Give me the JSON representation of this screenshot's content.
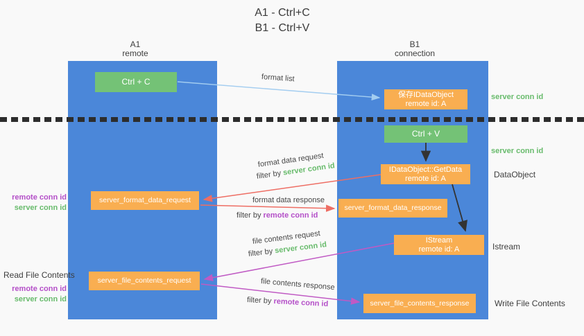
{
  "title": {
    "line1": "A1 - Ctrl+C",
    "line2": "B1 - Ctrl+V"
  },
  "columns": {
    "a1": {
      "title": "A1",
      "subtitle": "remote"
    },
    "b1": {
      "title": "B1",
      "subtitle": "connection"
    }
  },
  "nodes": {
    "ctrl_c": {
      "label": "Ctrl + C"
    },
    "save_dataobject": {
      "line1": "保存IDataObject",
      "line2": "remote id: A"
    },
    "ctrl_v": {
      "label": "Ctrl + V"
    },
    "getdata": {
      "line1": "IDataObject::GetData",
      "line2": "remote id: A"
    },
    "istream": {
      "line1": "IStream",
      "line2": "remote id: A"
    },
    "format_request": {
      "label": "server_format_data_request"
    },
    "format_response": {
      "label": "server_format_data_response"
    },
    "file_request": {
      "label": "server_file_contents_request"
    },
    "file_response": {
      "label": "server_file_contents_response"
    }
  },
  "arrows": {
    "format_list": {
      "label": "format list"
    },
    "format_data_request": {
      "label": "format data request",
      "filter_prefix": "filter by",
      "filter_key": "server conn id"
    },
    "format_data_response": {
      "label": "format data response",
      "filter_prefix": "filter by",
      "filter_key": "remote conn id"
    },
    "file_contents_request": {
      "label": "file contents request",
      "filter_prefix": "filter by",
      "filter_key": "server conn id"
    },
    "file_contents_response": {
      "label": "file contents response",
      "filter_prefix": "filter by",
      "filter_key": "remote conn id"
    }
  },
  "side_labels": {
    "left_format": {
      "remote": "remote conn id",
      "server": "server conn id"
    },
    "read_file_contents": "Read File Contents",
    "left_file": {
      "remote": "remote conn id",
      "server": "server conn id"
    },
    "right_server_conn_top": "server conn id",
    "right_server_conn_mid": "server conn id",
    "dataobject": "DataObject",
    "istream": "Istream",
    "write_file_contents": "Write File Contents"
  },
  "colors": {
    "background": "#f9f9f9",
    "lifeline_blue": "#4b87d9",
    "box_green": "#74c276",
    "box_orange": "#f9ae51",
    "arrow_light_blue": "#a3cdf0",
    "arrow_red": "#ee6e64",
    "arrow_magenta": "#c05ac4",
    "arrow_black": "#333333",
    "label_green": "#68bb6c",
    "label_purple": "#b44fc8",
    "dash_black": "#2d2d2d",
    "text_dark": "#3d3d3d"
  }
}
